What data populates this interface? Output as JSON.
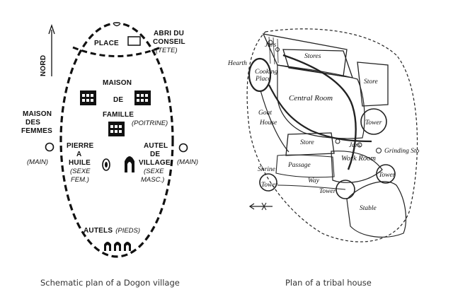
{
  "dogon": {
    "north": "NORD",
    "place": "PLACE",
    "abri_line1": "ABRI DU",
    "abri_line2": "CONSEIL",
    "abri_line3": "(TETE)",
    "maison": "MAISON",
    "de": "DE",
    "famille": "FAMILLE",
    "poitrine": "(POITRINE)",
    "femmes_line1": "MAISON",
    "femmes_line2": "DES",
    "femmes_line3": "FEMMES",
    "main_left": "(MAIN)",
    "main_right": "(MAIN)",
    "pierre_line1": "PIERRE",
    "pierre_line2": "A",
    "pierre_line3": "HUILE",
    "pierre_line4": "(SEXE",
    "pierre_line5": "FEM.)",
    "autel_line1": "AUTEL",
    "autel_line2": "DE",
    "autel_line3": "VILLAGE",
    "autel_line4": "(SEXE",
    "autel_line5": "MASC.)",
    "autels": "AUTELS",
    "pieds": "(PIEDS)",
    "caption": "Schematic plan of a Dogon village"
  },
  "tribal": {
    "hearth": "Hearth",
    "jars_top": "Jars",
    "cooking_line1": "Cooking",
    "cooking_line2": "Place",
    "stores": "Stores",
    "store_right": "Store",
    "central_room": "Central Room",
    "goat_line1": "Goat",
    "goat_line2": "House",
    "tower_right": "Tower",
    "store_mid": "Store",
    "jars_mid": "Jars",
    "grinding": "Grinding Sto",
    "work_room": "Work Room",
    "passage": "Passage",
    "shrine": "Shrine",
    "tower_left": "Tower",
    "way": "Way",
    "tower_bottom": "Tower",
    "tower_far_right": "Tower",
    "stable": "Stable",
    "caption": "Plan of a tribal house"
  }
}
